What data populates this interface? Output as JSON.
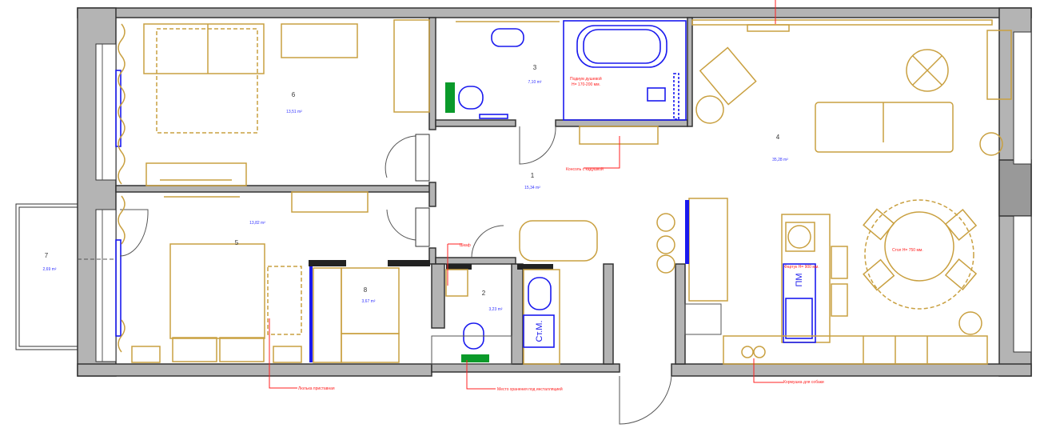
{
  "plan": {
    "rooms": [
      {
        "number": "1",
        "area": "15,34 m²"
      },
      {
        "number": "2",
        "area": "3,23 m²"
      },
      {
        "number": "3",
        "area": "7,10 m²"
      },
      {
        "number": "4",
        "area": "35,28 m²"
      },
      {
        "number": "5",
        "area": "13,82 m²"
      },
      {
        "number": "6",
        "area": "13,51 m²"
      },
      {
        "number": "7",
        "area": "2,69 m²"
      },
      {
        "number": "8",
        "area": "3,67 m²"
      }
    ],
    "notes": {
      "shower_podium_1": "Подиум душевой",
      "shower_podium_2": "Н= 170-200 мм.",
      "console": "Консоль с кадушкой",
      "table": "Стол Н= 750 мм.",
      "apron": "Фартук Н= 900 мм.",
      "wardrobe": "Шкаф",
      "crib": "Люлька приставная",
      "storage": "Место хранения под инсталляцией",
      "dog_feeder": "Кормушка для собаки"
    },
    "appliance_labels": {
      "dishwasher": "ПМ",
      "washer": "Ст.М."
    },
    "colors": {
      "walls": "#b4b4b4",
      "furniture": "#c9a040",
      "plumbing": "#1a1aee",
      "notes": "#ff2020",
      "storage_box": "#0a9a2a"
    }
  }
}
